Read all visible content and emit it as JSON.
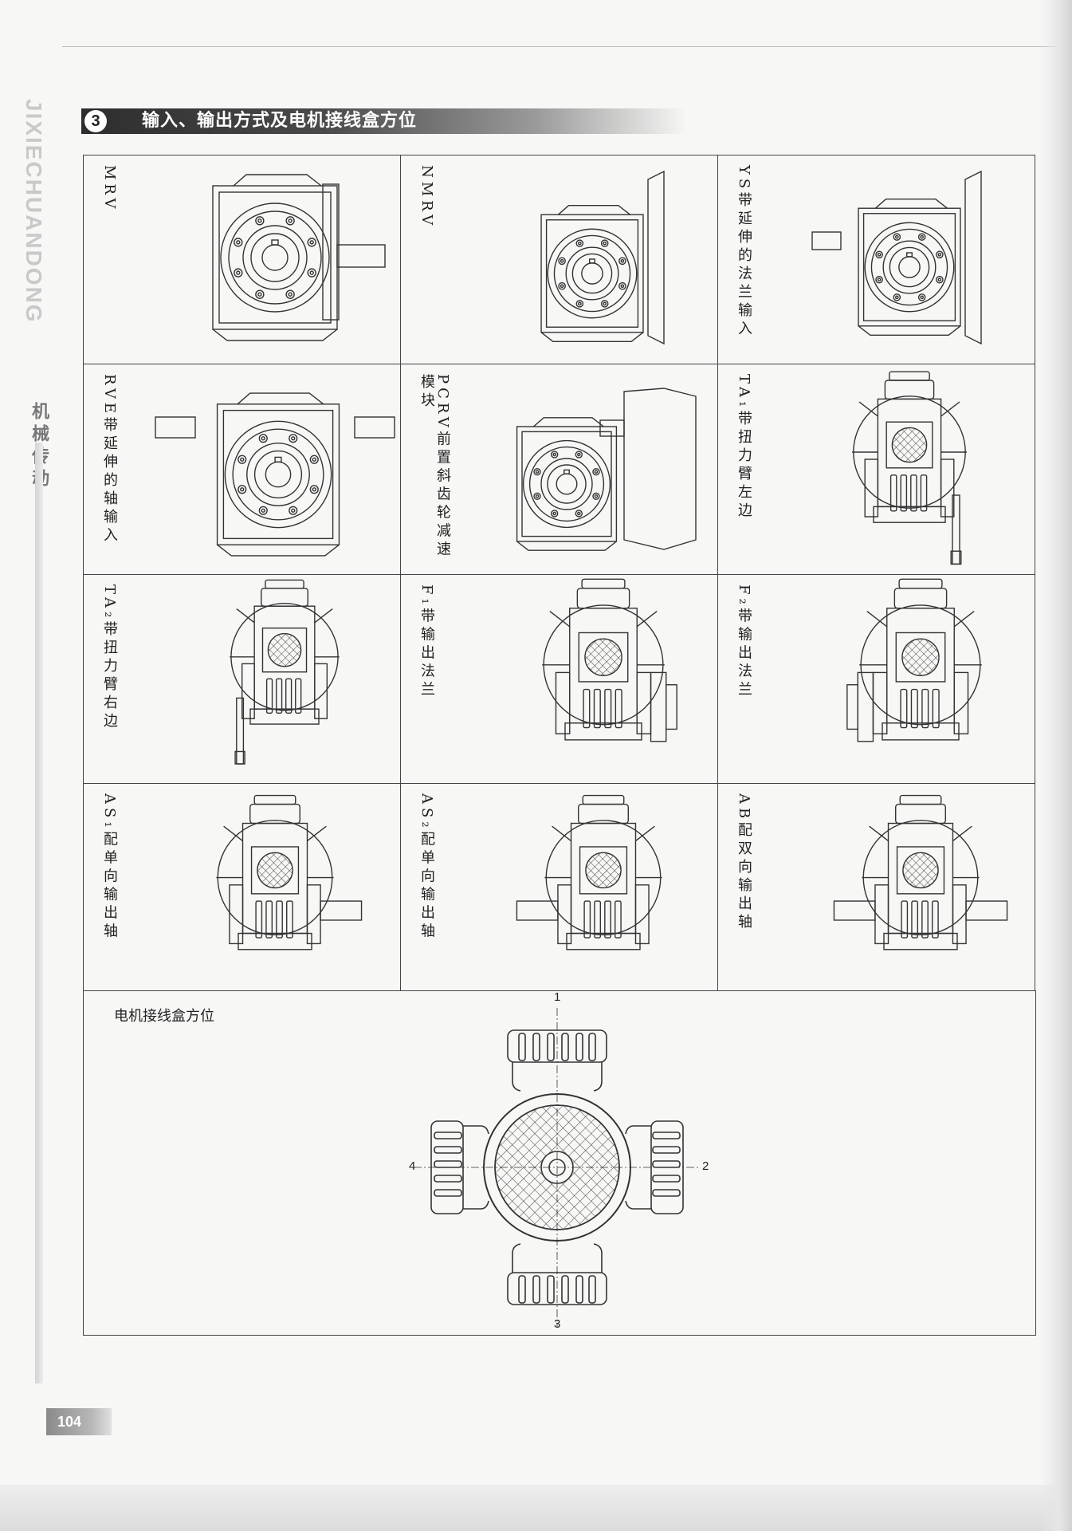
{
  "sidebar": {
    "brand_vertical": "JIXIECHUANDONG",
    "brand_cn": "机械传动"
  },
  "header": {
    "section_number": "3",
    "title": "输入、输出方式及电机接线盒方位"
  },
  "cells": [
    {
      "label": "MRV",
      "drawing": "worm-gearbox-shaft-input-icon"
    },
    {
      "label": "NMRV",
      "drawing": "worm-gearbox-motor-flange-icon"
    },
    {
      "label": "YS带延伸的法兰输入",
      "drawing": "worm-gearbox-extended-flange-icon"
    },
    {
      "label": "RVE带延伸的轴输入",
      "drawing": "worm-gearbox-double-shaft-icon"
    },
    {
      "label": "PCRV前置斜齿轮减速模块",
      "drawing": "worm-gearbox-helical-module-icon"
    },
    {
      "label": "TA₁带扭力臂左边",
      "drawing": "torque-arm-left-icon"
    },
    {
      "label": "TA₂带扭力臂右边",
      "drawing": "torque-arm-right-icon"
    },
    {
      "label": "F₁带输出法兰",
      "drawing": "output-flange-right-icon"
    },
    {
      "label": "F₂带输出法兰",
      "drawing": "output-flange-left-icon"
    },
    {
      "label": "AS₁配单向输出轴",
      "drawing": "single-output-shaft-right-icon"
    },
    {
      "label": "AS₂配单向输出轴",
      "drawing": "single-output-shaft-left-icon"
    },
    {
      "label": "AB配双向输出轴",
      "drawing": "double-output-shaft-icon"
    }
  ],
  "terminal_box": {
    "label": "电机接线盒方位",
    "positions": [
      "1",
      "2",
      "3",
      "4"
    ]
  },
  "page_number": "104"
}
